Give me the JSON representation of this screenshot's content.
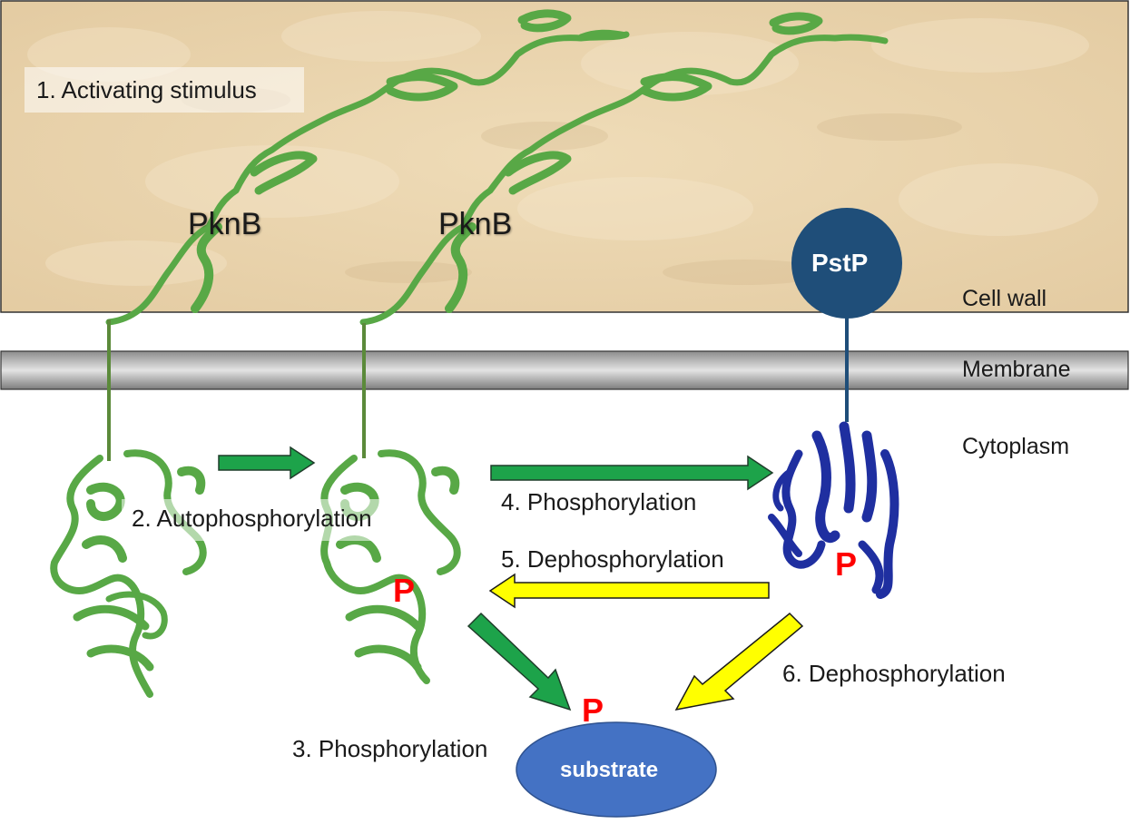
{
  "regions": {
    "cell_wall": "Cell wall",
    "membrane": "Membrane",
    "cytoplasm": "Cytoplasm"
  },
  "proteins": {
    "pknb_left": "PknB",
    "pknb_right": "PknB",
    "pstp": "PstP",
    "substrate": "substrate"
  },
  "steps": {
    "s1": "1. Activating stimulus",
    "s2": "2. Autophosphorylation",
    "s3": "3. Phosphorylation",
    "s4": "4. Phosphorylation",
    "s5": "5. Dephosphorylation",
    "s6": "6. Dephosphorylation"
  },
  "phospho": {
    "pknb": "P",
    "pstp": "P",
    "substrate": "P"
  },
  "colors": {
    "cell_wall": "#e8d3ae",
    "membrane": "#bdbdbd",
    "pknb_green": "#58a846",
    "pstp_blue": "#1f2fa0",
    "pstp_circle": "#1f4e79",
    "substrate": "#4472c4",
    "arrow_green": "#1da34a",
    "arrow_yellow": "#ffff00",
    "phospho_red": "#ff0000"
  }
}
